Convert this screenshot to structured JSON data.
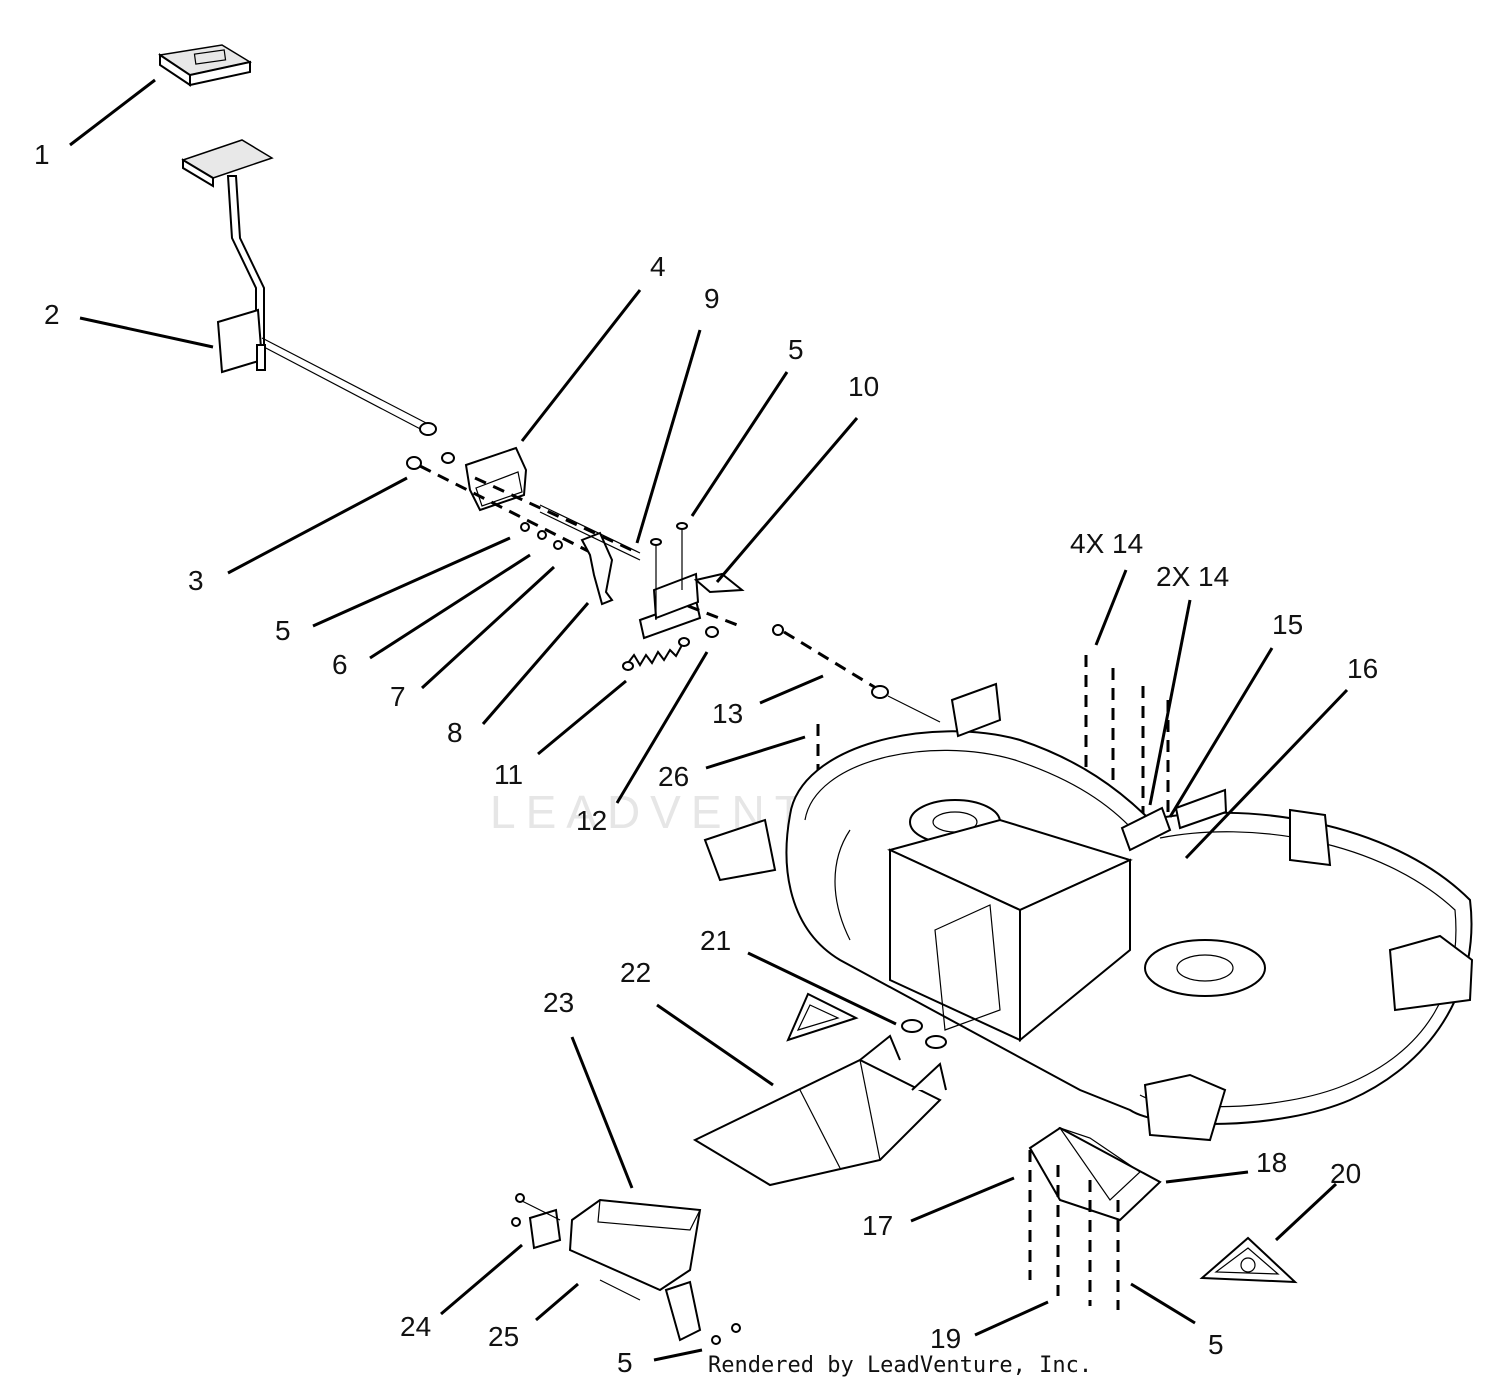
{
  "diagram": {
    "callouts": [
      {
        "id": "c1",
        "label": "1"
      },
      {
        "id": "c2",
        "label": "2"
      },
      {
        "id": "c3",
        "label": "3"
      },
      {
        "id": "c4",
        "label": "4"
      },
      {
        "id": "c5a",
        "label": "5"
      },
      {
        "id": "c5b",
        "label": "5"
      },
      {
        "id": "c5c",
        "label": "5"
      },
      {
        "id": "c5d",
        "label": "5"
      },
      {
        "id": "c6",
        "label": "6"
      },
      {
        "id": "c7",
        "label": "7"
      },
      {
        "id": "c8",
        "label": "8"
      },
      {
        "id": "c9",
        "label": "9"
      },
      {
        "id": "c10",
        "label": "10"
      },
      {
        "id": "c11",
        "label": "11"
      },
      {
        "id": "c12",
        "label": "12"
      },
      {
        "id": "c13",
        "label": "13"
      },
      {
        "id": "c14a",
        "label": "4X 14"
      },
      {
        "id": "c14b",
        "label": "2X 14"
      },
      {
        "id": "c15",
        "label": "15"
      },
      {
        "id": "c16",
        "label": "16"
      },
      {
        "id": "c17",
        "label": "17"
      },
      {
        "id": "c18",
        "label": "18"
      },
      {
        "id": "c19",
        "label": "19"
      },
      {
        "id": "c20",
        "label": "20"
      },
      {
        "id": "c21",
        "label": "21"
      },
      {
        "id": "c22",
        "label": "22"
      },
      {
        "id": "c23",
        "label": "23"
      },
      {
        "id": "c24",
        "label": "24"
      },
      {
        "id": "c25",
        "label": "25"
      },
      {
        "id": "c26",
        "label": "26"
      }
    ],
    "watermark": "LEADVENTURE",
    "credit": "Rendered by LeadVenture, Inc."
  }
}
